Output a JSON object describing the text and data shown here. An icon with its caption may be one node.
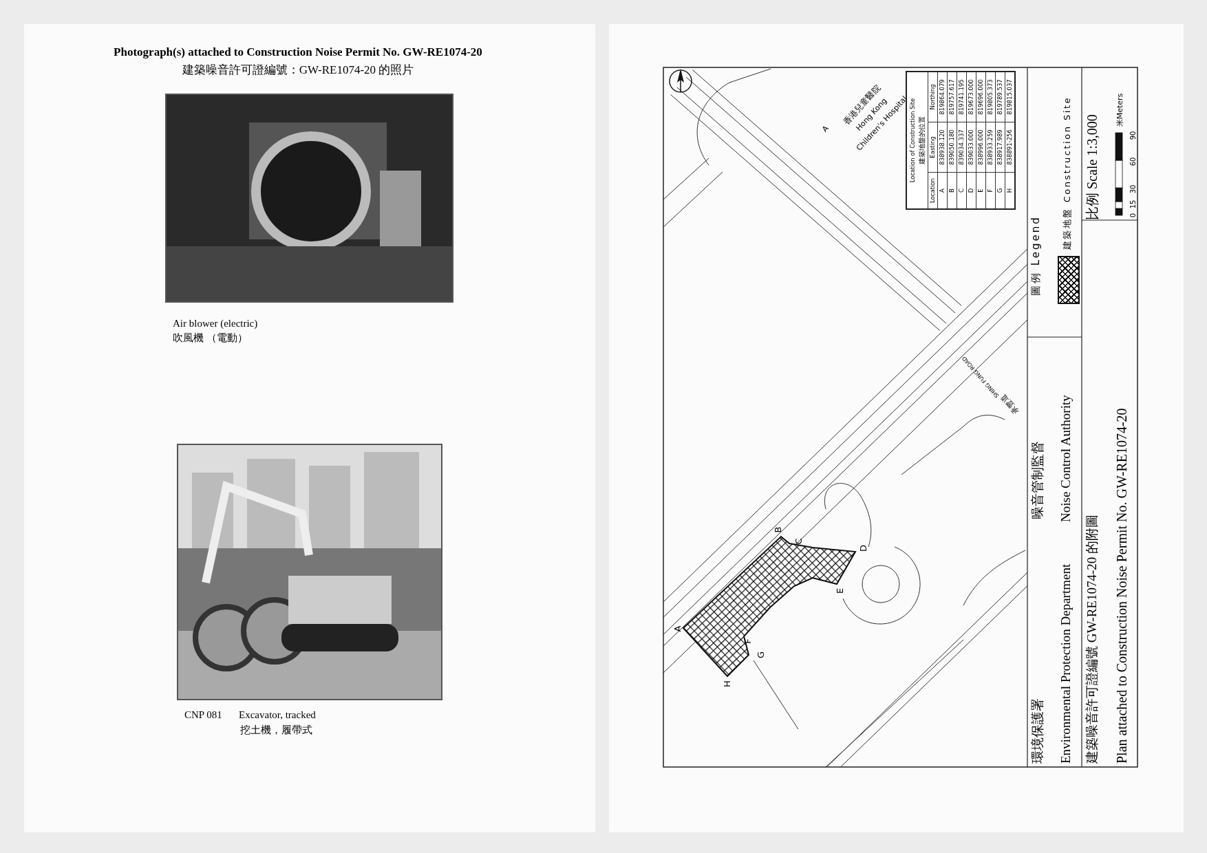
{
  "diagram": {
    "title": "Photograph(s) attached to Construction Noise Permit No. GW-RE1074-20",
    "nodes": [
      {
        "text": [],
        "shape": "picture",
        "beside": [
          "Air blower (electric)",
          "吹風機 （電動）"
        ]
      },
      {
        "text": [],
        "shape": "picture",
        "beside": [
          "CNP 081",
          "Excavator, tracked",
          "挖土機，履帶式"
        ]
      }
    ],
    "labels": [
      "建築噪音許可證編號：GW-RE1074-20 的照片",
      "A",
      "香港兒童醫院",
      "Hong Kong",
      "Children's Hospital",
      "SHING FUNG ROAD",
      "承豐道",
      "A",
      "B",
      "C",
      "D",
      "E",
      "F",
      "G",
      "H",
      "Location of Construction Site",
      "建築地盤的位置",
      "Location",
      "Easting",
      "Northing",
      "A",
      "838938.120",
      "819864.079",
      "B",
      "839050.180",
      "819757.617",
      "C",
      "839034.337",
      "819741.195",
      "D",
      "839033.000",
      "819673.000",
      "E",
      "838996.000",
      "819696.000",
      "F",
      "838933.259",
      "819805.373",
      "G",
      "838917.989",
      "819789.537",
      "H",
      "838891-256",
      "819815.037",
      "圖例 Legend",
      "比例 Scale 1:3,000",
      "0",
      "15",
      "30",
      "60",
      "90",
      "米Meters",
      "環境保護署",
      "噪音管制監督",
      "Environmental Protection Department",
      "Noise Control Authority",
      "建築噪音許可證編號 GW-RE1074-20 的附圖",
      "Plan attached to Construction Noise Permit No. GW-RE1074-20"
    ],
    "legend": [
      {
        "text": "建築地盤 Construction Site"
      }
    ]
  }
}
